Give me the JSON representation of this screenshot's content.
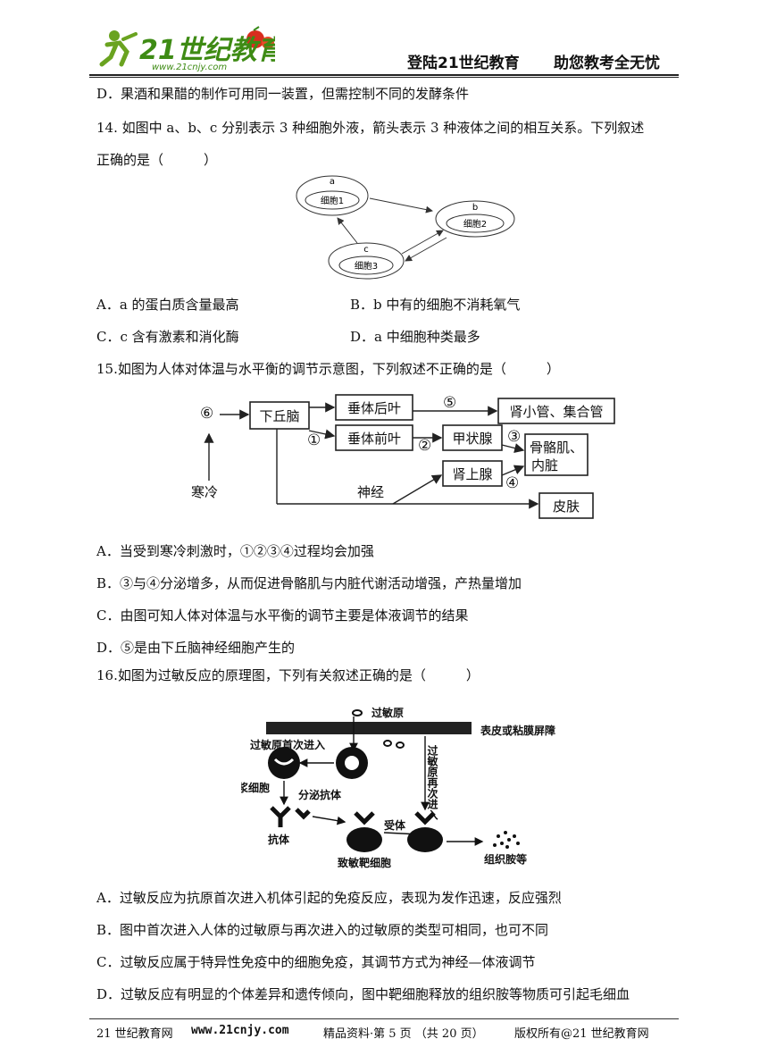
{
  "header": {
    "logo_text": "21世纪教育",
    "logo_url_text": "www.21cnjy.com",
    "slogan_left": "登陆21世纪教育",
    "slogan_right": "助您教考全无忧"
  },
  "q13": {
    "option_d": "D．果酒和果醋的制作可用同一装置，但需控制不同的发酵条件"
  },
  "q14": {
    "stem_line1": "14. 如图中 a、b、c 分别表示 3 种细胞外液，箭头表示 3 种液体之间的相互关系。下列叙述",
    "stem_line2": "正确的是（　　　）",
    "diagram": {
      "a_label": "a",
      "a_cell": "细胞1",
      "b_label": "b",
      "b_cell": "细胞2",
      "c_label": "c",
      "c_cell": "细胞3"
    },
    "option_a": "A．a 的蛋白质含量最高",
    "option_b": "B．b 中有的细胞不消耗氧气",
    "option_c": "C．c 含有激素和消化酶",
    "option_d": "D．a 中细胞种类最多"
  },
  "q15": {
    "stem": "15.如图为人体对体温与水平衡的调节示意图，下列叙述不正确的是（　　　）",
    "diagram": {
      "n6": "⑥",
      "hypothalamus": "下丘脑",
      "posterior_pituitary": "垂体后叶",
      "n5": "⑤",
      "kidney": "肾小管、集合管",
      "n1": "①",
      "anterior_pituitary": "垂体前叶",
      "n2": "②",
      "thyroid": "甲状腺",
      "n3": "③",
      "muscle_line1": "骨骼肌、",
      "muscle_line2": "内脏",
      "adrenal": "肾上腺",
      "n4": "④",
      "cold": "寒冷",
      "nerve": "神经",
      "skin": "皮肤"
    },
    "option_a": "A．当受到寒冷刺激时，①②③④过程均会加强",
    "option_b": "B．③与④分泌增多，从而促进骨骼肌与内脏代谢活动增强，产热量增加",
    "option_c": "C．由图可知人体对体温与水平衡的调节主要是体液调节的结果",
    "option_d": "D．⑤是由下丘脑神经细胞产生的"
  },
  "q16": {
    "stem": "16.如图为过敏反应的原理图，下列有关叙述正确的是（　　　）",
    "diagram": {
      "allergen": "过敏原",
      "barrier": "表皮或粘膜屏障",
      "first_entry": "过敏原首次进入",
      "re_entry": "过敏原再次进入",
      "plasma_cell": "浆细胞",
      "secrete_antibody": "分泌抗体",
      "antibody": "抗体",
      "receptor": "受体",
      "target_cell": "致敏靶细胞",
      "histamine": "组织胺等"
    },
    "option_a": "A．过敏反应为抗原首次进入机体引起的免疫反应，表现为发作迅速，反应强烈",
    "option_b": "B．图中首次进入人体的过敏原与再次进入的过敏原的类型可相同，也可不同",
    "option_c": "C．过敏反应属于特异性免疫中的细胞免疫，其调节方式为神经—体液调节",
    "option_d": "D．过敏反应有明显的个体差异和遗传倾向，图中靶细胞释放的组织胺等物质可引起毛细血"
  },
  "footer": {
    "site": "21 世纪教育网",
    "url": "www.21cnjy.com",
    "page_info": "精品资料·第 5 页 （共 20 页）",
    "copyright": "版权所有@21 世纪教育网"
  }
}
